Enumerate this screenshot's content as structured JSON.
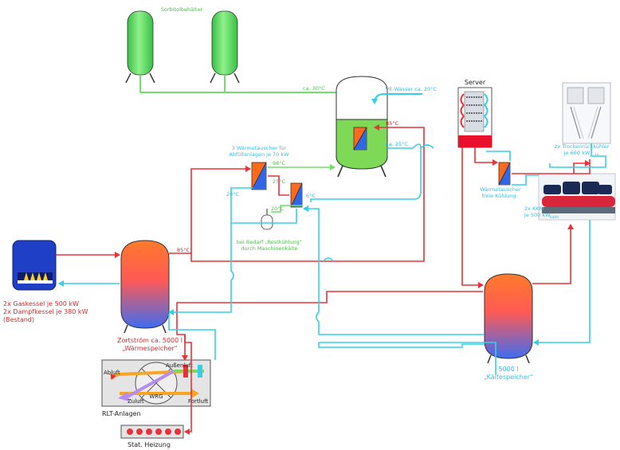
{
  "colors": {
    "hot": "#e8323a",
    "cold": "#35d0e8",
    "green_line": "#6fe06a",
    "tank_green": "#7ed957",
    "hot_label": "#d42a2a",
    "cold_label": "#2cc3e0",
    "green_label": "#4cc24a",
    "grey_box": "#e4e4e4",
    "boiler_blue": "#1f3fc6"
  },
  "labels": {
    "sorbit": "Sorbitolbehälter",
    "ca30": "ca. 30°C",
    "ve_wasser": "VE-Wasser ca. 20°C",
    "server": "Server",
    "t85a": "85°C",
    "ca25": "ca. 25°C",
    "wt3_line1": "3 Wärmetauscher für",
    "wt3_line2": "Abfüllanlagen je 70 kW",
    "t98": "98°C",
    "t25": "25°C",
    "t20a": "20°C",
    "t20b": "20°C",
    "t6": "6°C",
    "bedarf_line1": "bei Bedarf „Restkühlung“",
    "bedarf_line2": "durch Maschinenkälte",
    "t85b": "85°C",
    "wt_frei_line1": "Wärmetauscher",
    "wt_frei_line2": "freie Kühlung",
    "trocken_line1": "2x Trockenrückkühler",
    "trocken_line2": "je 660 kW",
    "trocken_sub": "th",
    "kkm_line1": "2x KKM",
    "kkm_line2": "je 500 kW",
    "kkm_sub": "kalte",
    "gas_line1": "2x Gaskessel je 500 kW",
    "gas_line2": "2x Dampfkessel je 380 kW",
    "gas_line3": "(Bestand)",
    "zort_line1": "Zortström ca. 5000 l",
    "zort_line2": "„Wärmespeicher“",
    "kalte_line1": "5000 l",
    "kalte_line2": "„Kältespeicher“",
    "abluft": "Abluft",
    "aussenluft": "Außenluft",
    "zuluft": "Zuluft",
    "wrg": "WRG",
    "fortluft": "Fortluft",
    "rlt": "RLT-Anlagen",
    "stat_heizung": "Stat. Heizung"
  }
}
